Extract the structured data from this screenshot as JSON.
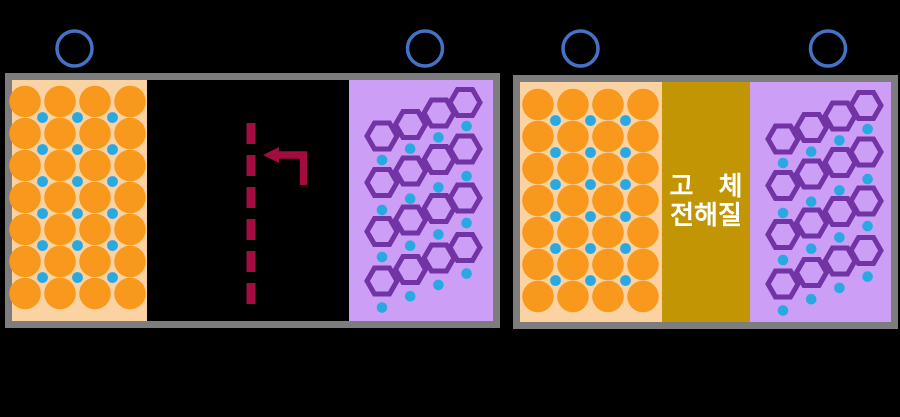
{
  "scene": {
    "background_color": "#000000",
    "colors": {
      "panel_border": "#7D7D7D",
      "cathode_bg": "#FBD3A3",
      "cathode_particle": "#F8991D",
      "lithium_ion": "#29A9E1",
      "anode_bg": "#CC9EF5",
      "anode_hex_stroke": "#7233A5",
      "liquid_separator_bg": "#000000",
      "separator_dash_line": "#A30C40",
      "solid_electrolyte_bg": "#C19504",
      "terminal_ring": "#4472C4",
      "electrolyte_label_text": "#FFFFFF"
    }
  },
  "right_panel": {
    "electrolyte_label": {
      "text": "고체 전해질",
      "line1": "고 체",
      "line2": "전해질"
    }
  }
}
